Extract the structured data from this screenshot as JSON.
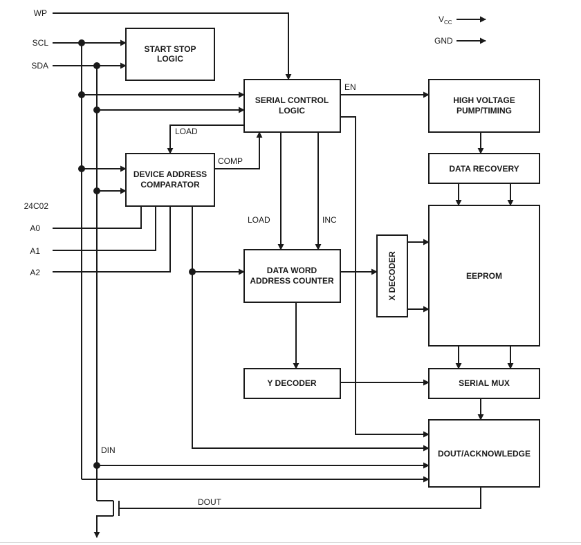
{
  "power": {
    "vcc": "V",
    "vcc_sub": "CC",
    "gnd": "GND"
  },
  "pins": {
    "wp": "WP",
    "scl": "SCL",
    "sda": "SDA",
    "part": "24C02",
    "a0": "A0",
    "a1": "A1",
    "a2": "A2"
  },
  "blocks": {
    "start_stop": [
      "START STOP",
      "LOGIC"
    ],
    "serial_control": [
      "SERIAL CONTROL",
      "LOGIC"
    ],
    "hv_pump": [
      "HIGH VOLTAGE",
      "PUMP/TIMING"
    ],
    "data_recovery": "DATA RECOVERY",
    "device_address": [
      "DEVICE ADDRESS",
      "COMPARATOR"
    ],
    "data_word": [
      "DATA WORD",
      "ADDRESS COUNTER"
    ],
    "x_decoder": "X DECODER",
    "eeprom": "EEPROM",
    "y_decoder": "Y DECODER",
    "serial_mux": "SERIAL MUX",
    "dout_ack": "DOUT/ACKNOWLEDGE"
  },
  "signals": {
    "en": "EN",
    "load_top": "LOAD",
    "comp": "COMP",
    "load_mid": "LOAD",
    "inc": "INC",
    "din": "DIN",
    "dout": "DOUT"
  }
}
